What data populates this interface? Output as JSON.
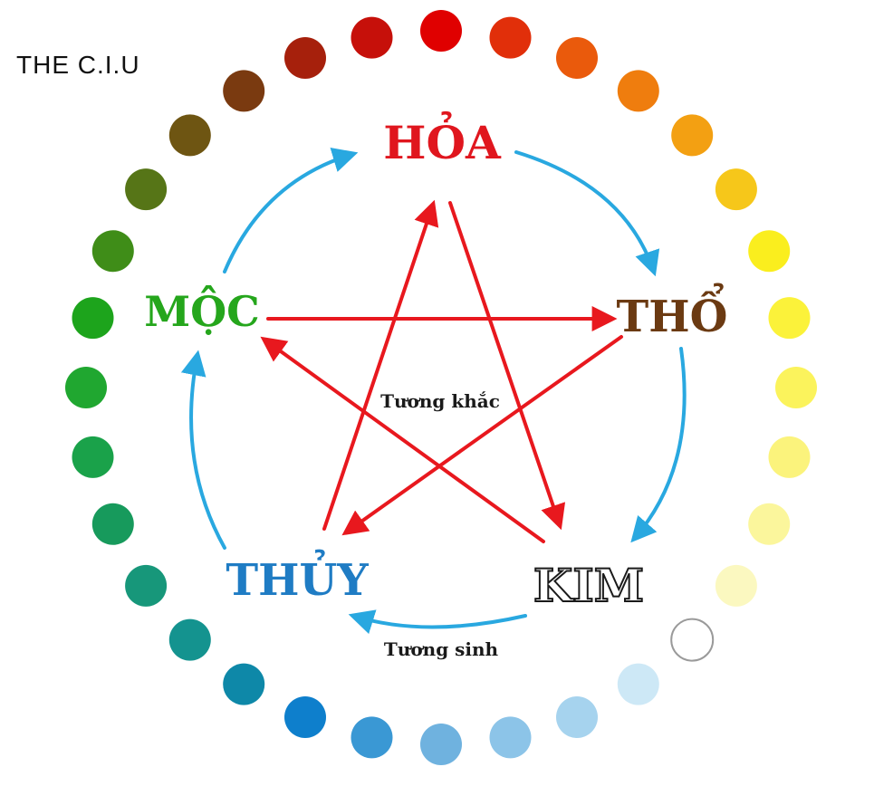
{
  "brand": "THE C.I.U",
  "elements": {
    "hoa": {
      "label": "HỎA",
      "color": "#e0161e"
    },
    "tho": {
      "label": "THỔ",
      "color": "#6b3a12"
    },
    "kim": {
      "label": "KIM",
      "color": "#ffffff",
      "stroke": "#1a1a1a"
    },
    "thuy": {
      "label": "THỦY",
      "color": "#1f7cc4"
    },
    "moc": {
      "label": "MỘC",
      "color": "#25a61c"
    }
  },
  "captions": {
    "tuong_khac": "Tương khắc",
    "tuong_sinh": "Tương sinh"
  },
  "colors": {
    "generating_arrow": "#29a8e0",
    "controlling_arrow": "#e8181e"
  },
  "color_wheel": [
    "#e00000",
    "#e12f0a",
    "#ea5a0c",
    "#ef7d0e",
    "#f3a012",
    "#f6c71a",
    "#faee1e",
    "#fbf23a",
    "#fbf35c",
    "#fbf37c",
    "#fbf69c",
    "#fbf8c0",
    "#ffffff",
    "#cde8f6",
    "#a6d3ee",
    "#8cc4e8",
    "#6fb2df",
    "#3a98d4",
    "#0e7fcc",
    "#0e88a8",
    "#14938f",
    "#17977a",
    "#179a5c",
    "#1aa24a",
    "#20a730",
    "#1da41c",
    "#3f8d18",
    "#567517",
    "#6e5512",
    "#7a3a10",
    "#a6200c",
    "#c6100a"
  ]
}
